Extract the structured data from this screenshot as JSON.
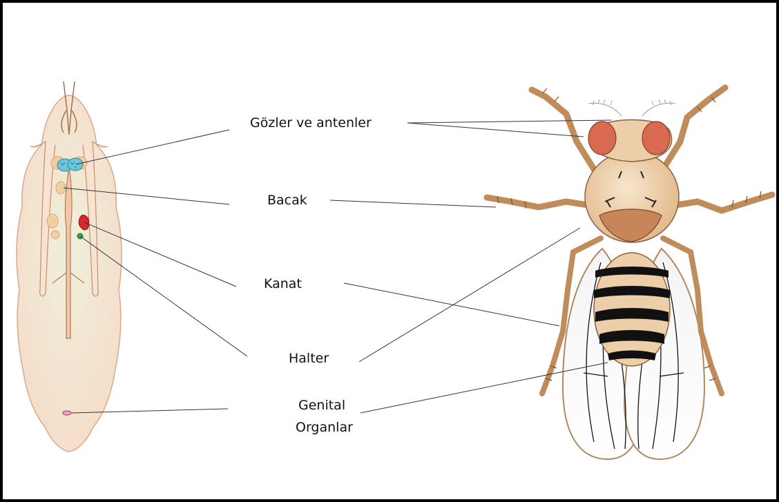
{
  "labels": {
    "eyes_antennae": "Gözler ve antenler",
    "leg": "Bacak",
    "wing": "Kanat",
    "haltere": "Halter",
    "genital_line1": "Genital",
    "genital_line2": "Organlar"
  },
  "colors": {
    "larva_body": "#f6dcc8",
    "larva_outline": "#d9a88a",
    "larva_center": "#eef0dc",
    "eye_antenna_disc": "#6cc6d8",
    "leg_disc": "#f2cfa0",
    "wing_disc": "#d42a2a",
    "haltere_disc": "#3aa64a",
    "genital_disc": "#b8406a",
    "fly_body": "#e8c49a",
    "fly_eye": "#d86a52",
    "fly_stripe": "#111111",
    "leader_line": "#333333",
    "frame": "#000000"
  }
}
